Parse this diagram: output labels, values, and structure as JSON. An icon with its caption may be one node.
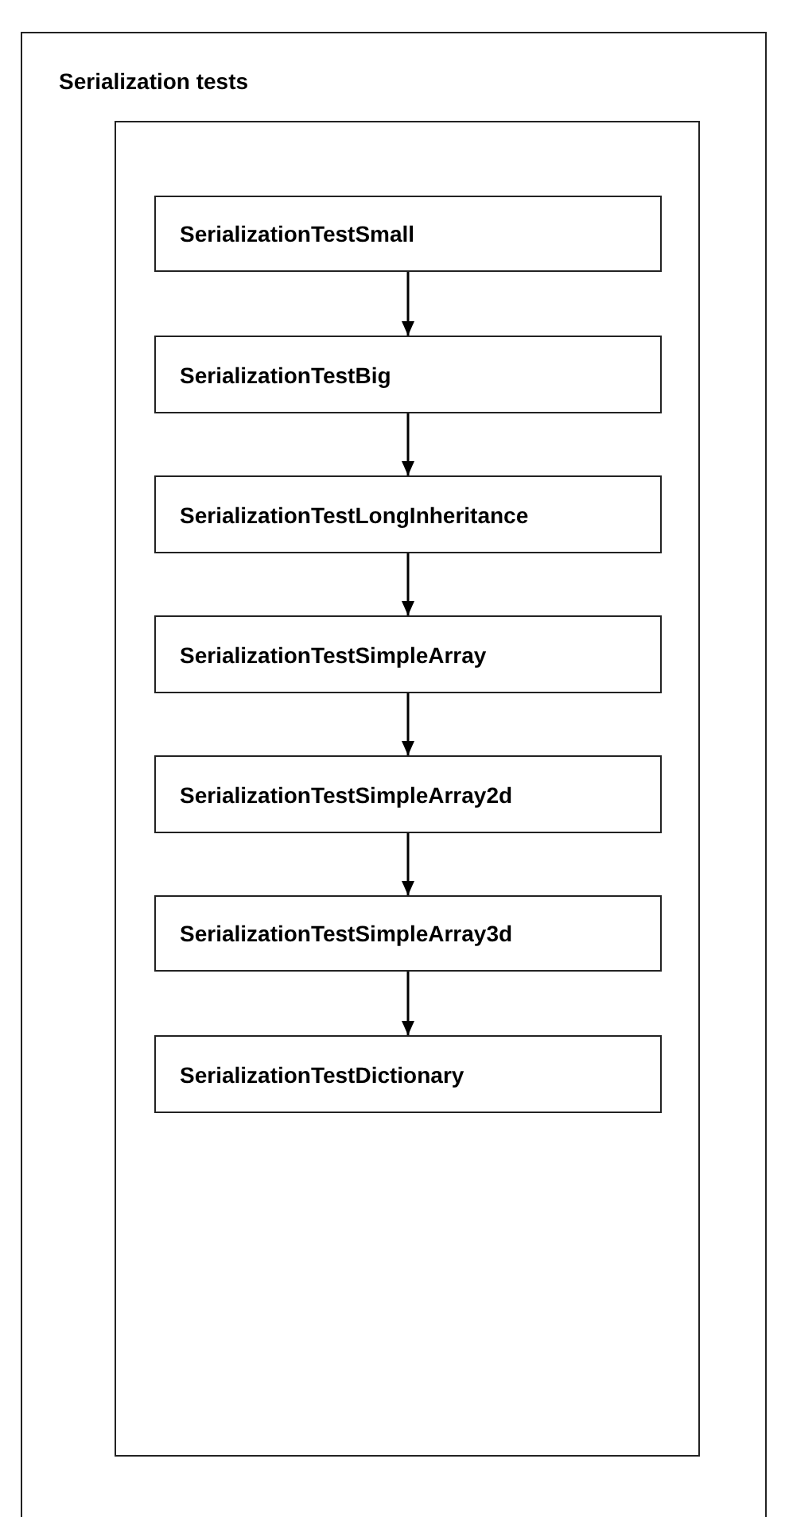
{
  "diagram": {
    "nodes": [
      {
        "text": [
          "Serialization tests"
        ]
      },
      {
        "text": [],
        "shape": "box",
        "in": 0
      },
      {
        "text": [
          "SerializationTestSmall"
        ],
        "in": 1
      },
      {
        "text": [
          "SerializationTestBig"
        ],
        "in": 1
      },
      {
        "text": [
          "SerializationTestLongInheritance"
        ],
        "in": 1
      },
      {
        "text": [
          "SerializationTestSimpleArray"
        ],
        "in": 1
      },
      {
        "text": [
          "SerializationTestSimpleArray2d"
        ],
        "in": 1
      },
      {
        "text": [
          "SerializationTestSimpleArray3d"
        ],
        "in": 1
      },
      {
        "text": [
          "SerializationTestDictionary"
        ],
        "in": 1
      }
    ],
    "edges": [
      {
        "from": 2,
        "to": 3,
        "arrow": "to"
      },
      {
        "from": 3,
        "to": 4,
        "arrow": "to"
      },
      {
        "from": 4,
        "to": 5,
        "arrow": "to"
      },
      {
        "from": 5,
        "to": 6,
        "arrow": "to"
      },
      {
        "from": 6,
        "to": 7,
        "arrow": "to"
      },
      {
        "from": 7,
        "to": 8,
        "arrow": "to"
      }
    ]
  }
}
